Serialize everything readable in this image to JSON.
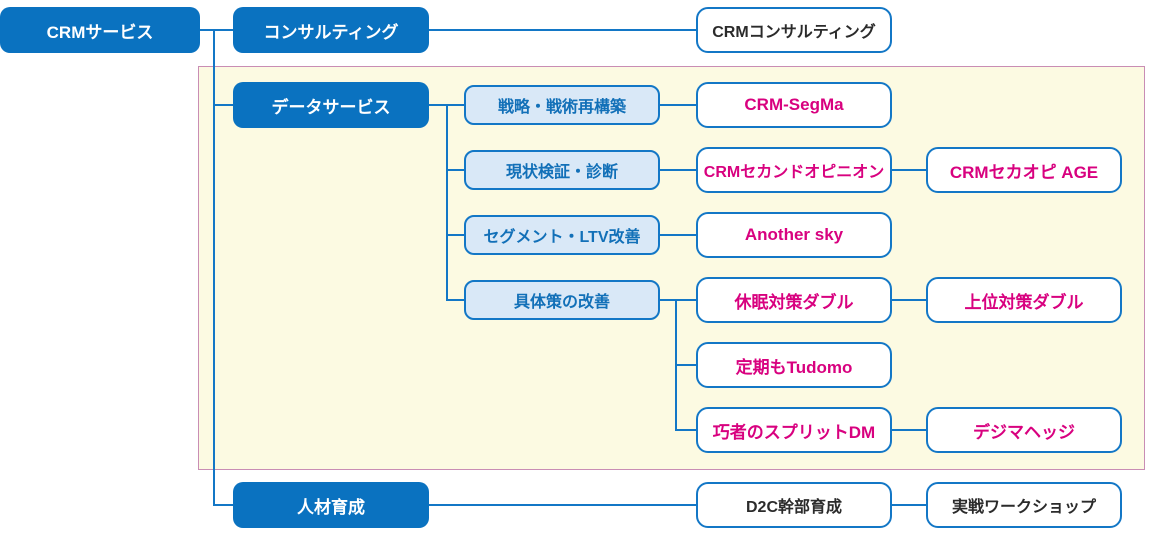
{
  "nodes": {
    "crm_service": "CRMサービス",
    "consulting": "コンサルティング",
    "crm_consulting": "CRMコンサルティング",
    "data_service": "データサービス",
    "strategy_rebuild": "戦略・戦術再構築",
    "crm_segma": "CRM-SegMa",
    "current_verification": "現状検証・診断",
    "crm_second_opinion": "CRMセカンドオピニオン",
    "crm_sekaopi_age": "CRMセカオピ AGE",
    "segment_ltv": "セグメント・LTV改善",
    "another_sky": "Another sky",
    "concrete_improvement": "具体策の改善",
    "dormant_double": "休眠対策ダブル",
    "upper_double": "上位対策ダブル",
    "teiki_tudomo": "定期もTudomo",
    "split_dm": "巧者のスプリットDM",
    "dejima_hedge": "デジマヘッジ",
    "hr_development": "人材育成",
    "d2c_training": "D2C幹部育成",
    "jissen_workshop": "実戦ワークショップ"
  },
  "colors": {
    "category_blue": "#0a72c0",
    "connector_blue": "#1377c6",
    "subcategory_fill": "#d9e8f7",
    "subcategory_text": "#1270b8",
    "product_text_magenta": "#d8017f",
    "product_text_dark": "#2b2b2b",
    "panel_background": "#fcfae2",
    "panel_border": "#c98db4",
    "box_background_white": "#ffffff"
  }
}
